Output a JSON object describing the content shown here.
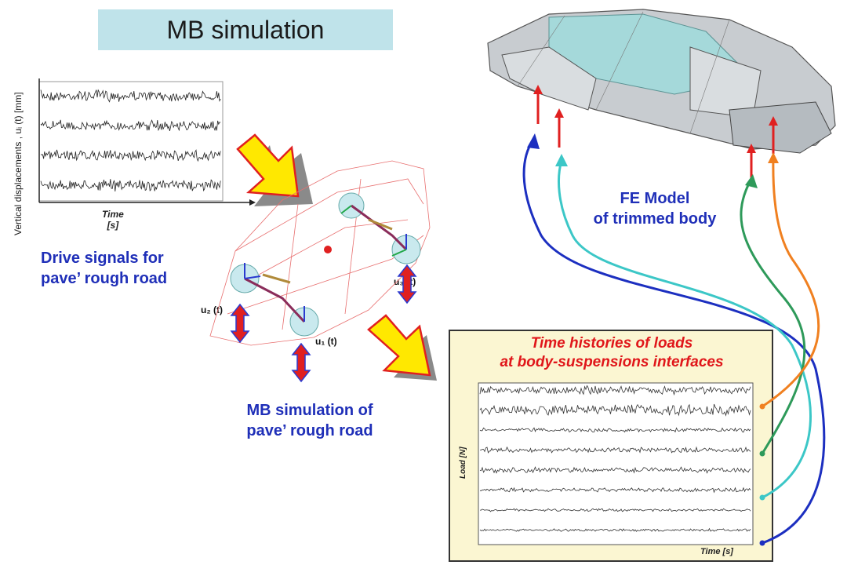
{
  "title": "MB simulation",
  "drive_plot": {
    "ylabel": "Vertical displacements , uᵢ (t) [mm]",
    "xlabel_line1": "Time",
    "xlabel_line2": "[s]",
    "trace_count": 4
  },
  "drive_caption_line1": "Drive signals for",
  "drive_caption_line2": "pave’ rough road",
  "fe_caption_line1": "FE Model",
  "fe_caption_line2": "of trimmed body",
  "mb_caption_line1": "MB simulation of",
  "mb_caption_line2": "pave’ rough road",
  "u_labels": {
    "u1": "u₁ (t)",
    "u2": "u₂ (t)",
    "u3": "u₃ (t)"
  },
  "load_panel": {
    "title_line1": "Time histories of loads",
    "title_line2": "at body-suspensions interfaces",
    "ylabel": "Load [N]",
    "xlabel": "Time [s]",
    "trace_count": 8
  },
  "colors": {
    "title_bg": "#bfe3ea",
    "caption_blue": "#1f2fb8",
    "load_title_red": "#e0161a",
    "panel_bg": "#fbf6d2",
    "arrow_yellow": "#ffe800",
    "arrow_red": "#e02020",
    "curve_blue": "#1c2fc0",
    "curve_cyan": "#3cc7c7",
    "curve_green": "#2e9a5a",
    "curve_orange": "#f08020"
  }
}
